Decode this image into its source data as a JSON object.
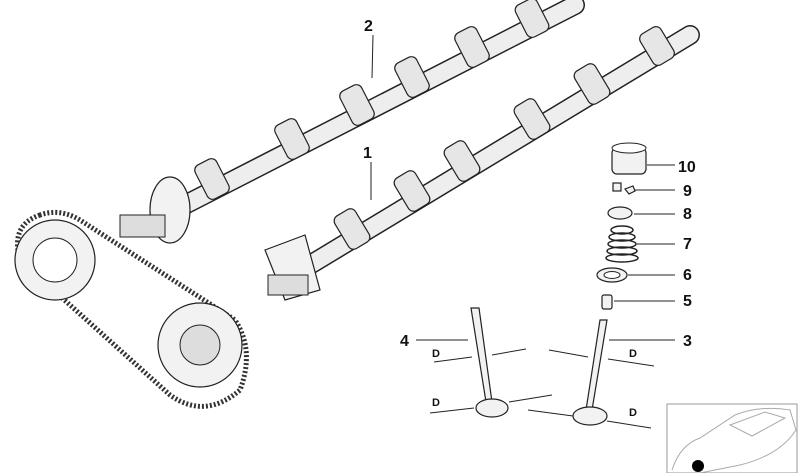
{
  "diagram": {
    "callouts": [
      {
        "id": "1",
        "label": "1"
      },
      {
        "id": "2",
        "label": "2"
      },
      {
        "id": "3",
        "label": "3"
      },
      {
        "id": "4",
        "label": "4"
      },
      {
        "id": "5",
        "label": "5"
      },
      {
        "id": "6",
        "label": "6"
      },
      {
        "id": "7",
        "label": "7"
      },
      {
        "id": "8",
        "label": "8"
      },
      {
        "id": "9",
        "label": "9"
      },
      {
        "id": "10",
        "label": "10"
      }
    ],
    "dimension_label": "D"
  }
}
